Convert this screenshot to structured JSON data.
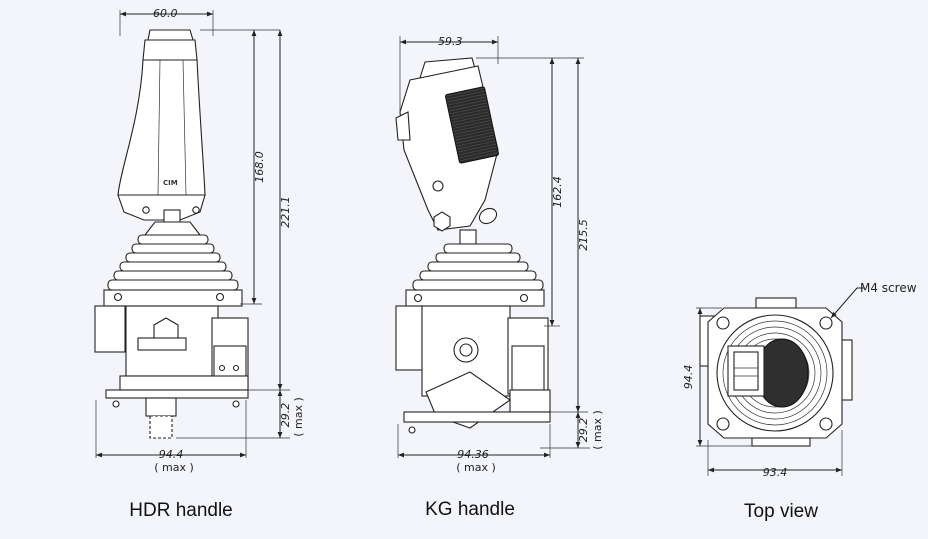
{
  "background": "#f3f5fb",
  "views": {
    "hdr": {
      "caption": "HDR handle",
      "dims": {
        "width": "60.0",
        "grip_height": "168.0",
        "total_height": "221.1",
        "base_height": "29.2",
        "base_max": "( max )",
        "base_width": "94.4",
        "base_width_max": "( max )"
      },
      "grip_logo": "CIM"
    },
    "kg": {
      "caption": "KG handle",
      "dims": {
        "width": "59.3",
        "grip_height": "162.4",
        "total_height": "215.5",
        "base_height": "29.2",
        "base_max": "( max )",
        "base_width": "94.36",
        "base_width_max": "( max )"
      }
    },
    "top": {
      "caption": "Top view",
      "callout": "M4 screw",
      "dims": {
        "height": "94.4",
        "width": "93.4"
      }
    }
  }
}
